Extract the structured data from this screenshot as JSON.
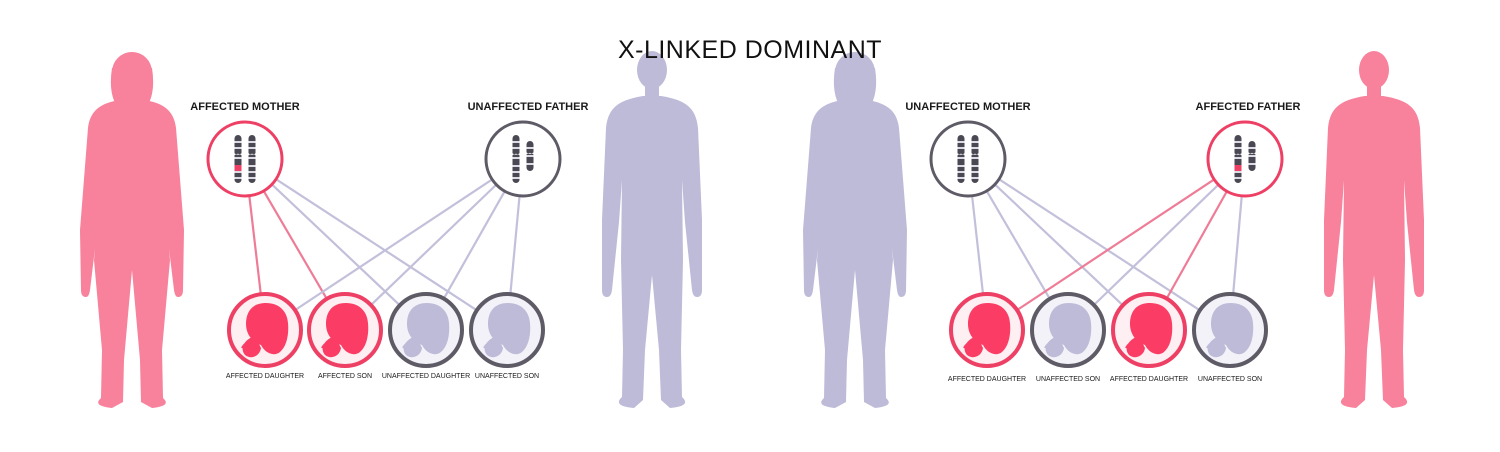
{
  "title": "X-LINKED DOMINANT",
  "colors": {
    "affected": "#f8819c",
    "affected_strong": "#ee3f64",
    "affected_fetus": "#fb3d65",
    "unaffected": "#bdbbd8",
    "unaffected_ring": "#5e5a66",
    "line_affected": "#ef7c96",
    "line_unaffected": "#c2c0da",
    "chrom_band_dark": "#4a4852",
    "chrom_band_light": "#dcdbe6",
    "child_bg_affected": "#fdeff2",
    "child_bg_unaffected": "#f3f2f8"
  },
  "panels": [
    {
      "mother": {
        "label": "AFFECTED MOTHER",
        "affected": true
      },
      "father": {
        "label": "UNAFFECTED FATHER",
        "affected": false
      },
      "children": [
        {
          "label": "AFFECTED DAUGHTER",
          "affected": true
        },
        {
          "label": "AFFECTED SON",
          "affected": true
        },
        {
          "label": "UNAFFECTED DAUGHTER",
          "affected": false
        },
        {
          "label": "UNAFFECTED SON",
          "affected": false
        }
      ]
    },
    {
      "mother": {
        "label": "UNAFFECTED MOTHER",
        "affected": false
      },
      "father": {
        "label": "AFFECTED FATHER",
        "affected": true
      },
      "children": [
        {
          "label": "AFFECTED DAUGHTER",
          "affected": true
        },
        {
          "label": "UNAFFECTED SON",
          "affected": false
        },
        {
          "label": "AFFECTED DAUGHTER",
          "affected": true
        },
        {
          "label": "UNAFFECTED SON",
          "affected": false
        }
      ]
    }
  ]
}
